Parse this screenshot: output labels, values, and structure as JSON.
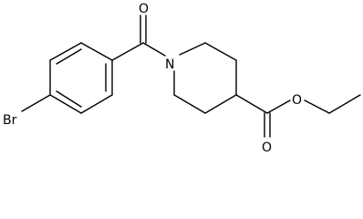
{
  "molecule": {
    "atoms": [
      {
        "id": "o_ketone",
        "symbol": "O"
      },
      {
        "id": "n_ring",
        "symbol": "N"
      },
      {
        "id": "br",
        "symbol": "Br"
      },
      {
        "id": "o_ester_carbonyl",
        "symbol": "O"
      },
      {
        "id": "o_ester_ether",
        "symbol": "O"
      }
    ]
  }
}
